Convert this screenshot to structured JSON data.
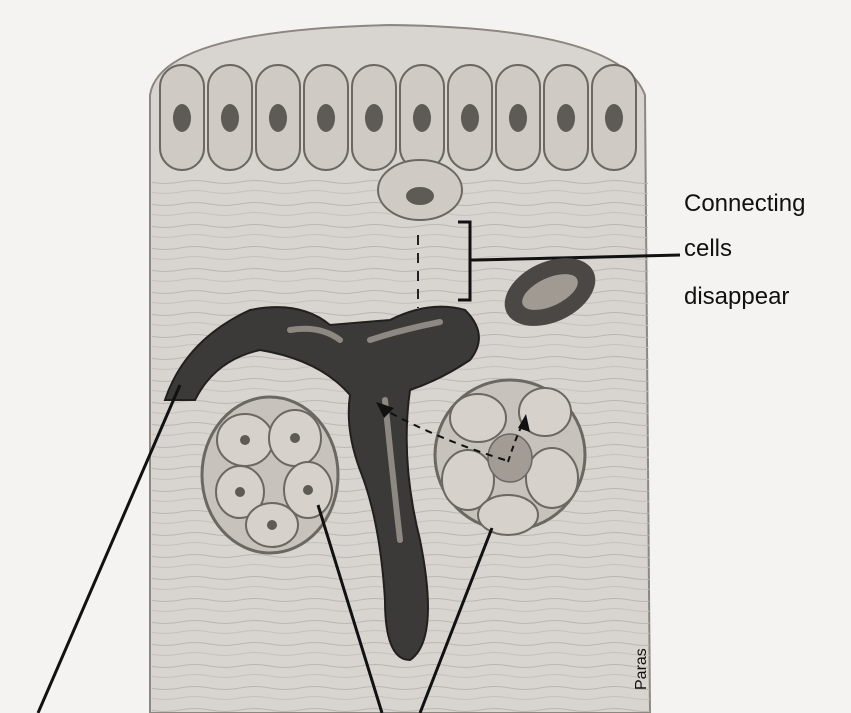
{
  "annotation": {
    "line1": "Connecting",
    "line2": "cells",
    "line3": "disappear"
  },
  "credit": "Paras",
  "colors": {
    "background": "#f4f3f1",
    "tissue": "#d8d4cf",
    "cell_fill": "#cfcac3",
    "nucleus": "#5e5a55",
    "dark_structure": "#3c3a38",
    "outline": "#6b6762",
    "label_line": "#111111"
  }
}
